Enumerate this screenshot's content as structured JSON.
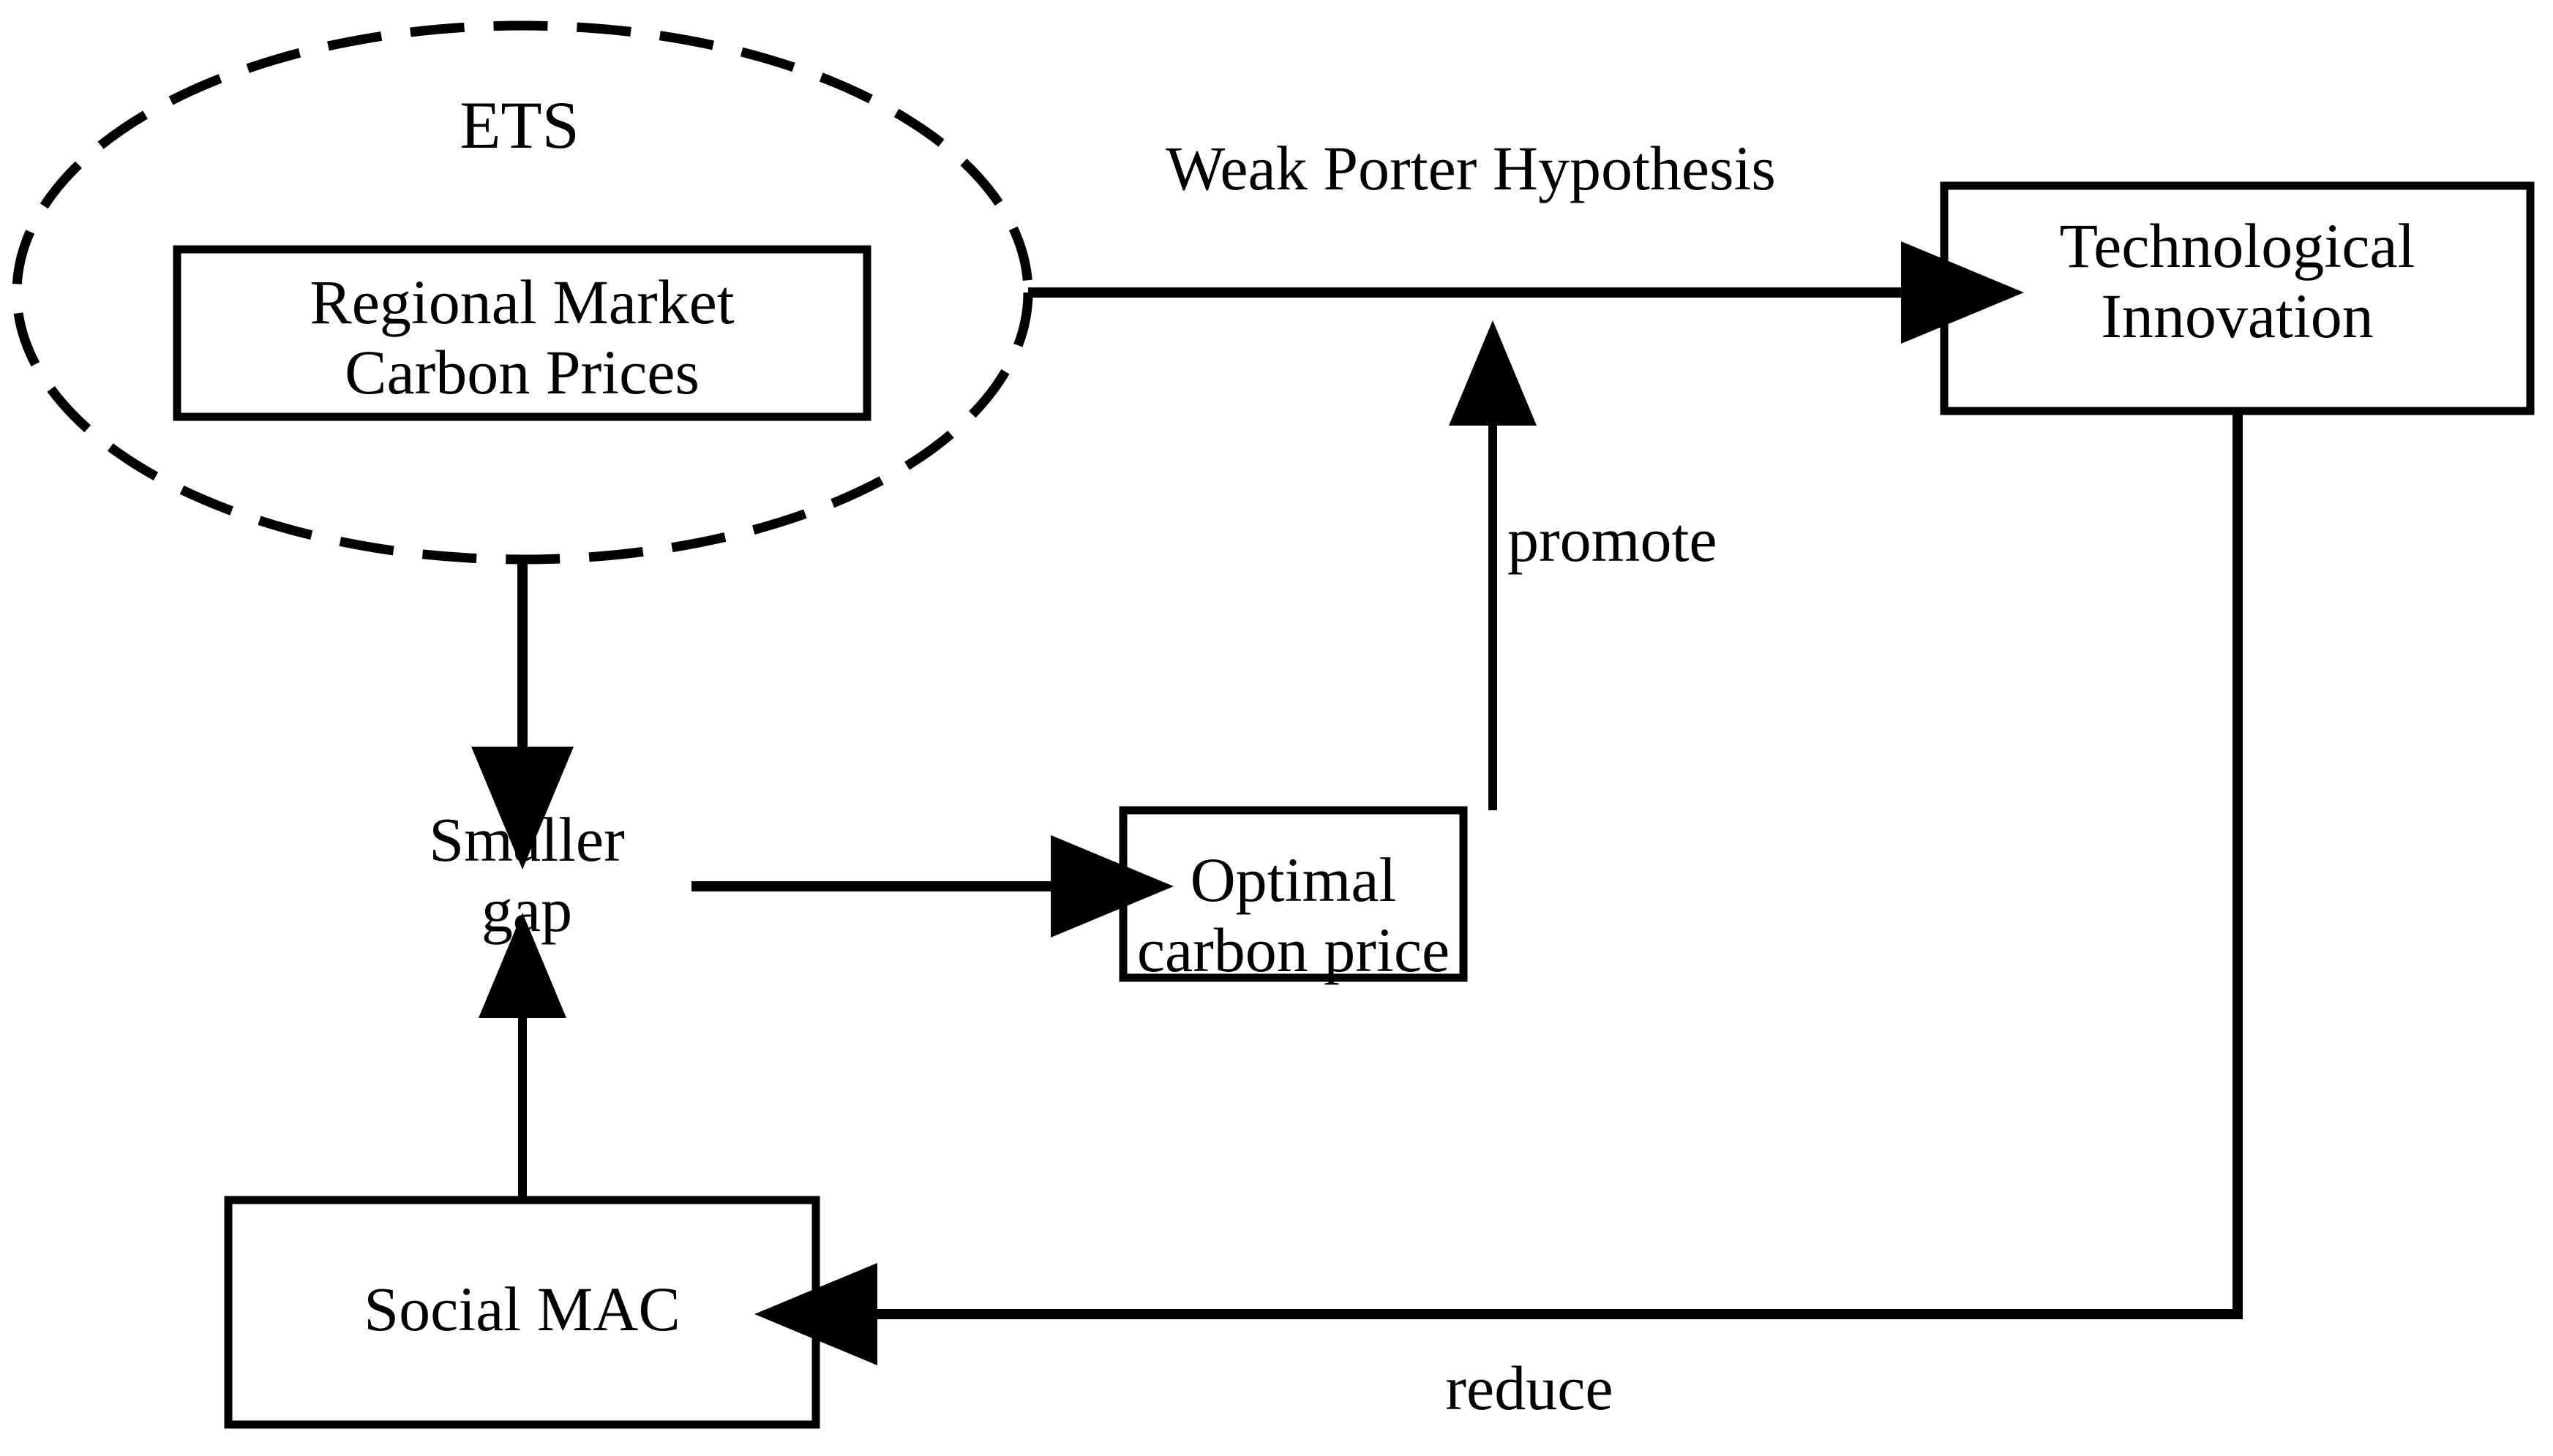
{
  "diagram": {
    "title": "ETS carbon price and technological innovation mechanism diagram",
    "stroke_color": "#000000",
    "background_color": "#ffffff",
    "nodes": {
      "ets_group": {
        "label": "ETS",
        "shape": "dashed-ellipse"
      },
      "regional_market": {
        "label": "Regional Market\nCarbon Prices",
        "shape": "rectangle"
      },
      "technological_innovation": {
        "label": "Technological\nInnovation",
        "shape": "rectangle"
      },
      "optimal_carbon_price": {
        "label": "Optimal carbon price",
        "shape": "rectangle"
      },
      "social_mac": {
        "label": "Social MAC",
        "shape": "rectangle"
      },
      "smaller_gap": {
        "label": "Smaller\ngap",
        "shape": "plain-text"
      }
    },
    "edges": [
      {
        "id": "ets-to-tech",
        "label": "Weak Porter Hypothesis",
        "from": "ets_group",
        "to": "technological_innovation",
        "direction": "right"
      },
      {
        "id": "ets-to-gap",
        "label": "",
        "from": "ets_group",
        "to": "smaller_gap",
        "direction": "down"
      },
      {
        "id": "gap-to-optimal",
        "label": "",
        "from": "smaller_gap",
        "to": "optimal_carbon_price",
        "direction": "right"
      },
      {
        "id": "optimal-to-tech",
        "label": "promote",
        "from": "optimal_carbon_price",
        "to": "technological_innovation",
        "direction": "up"
      },
      {
        "id": "tech-to-mac",
        "label": "reduce",
        "from": "technological_innovation",
        "to": "social_mac",
        "direction": "left"
      },
      {
        "id": "mac-to-gap",
        "label": "",
        "from": "social_mac",
        "to": "smaller_gap",
        "direction": "up"
      }
    ]
  }
}
